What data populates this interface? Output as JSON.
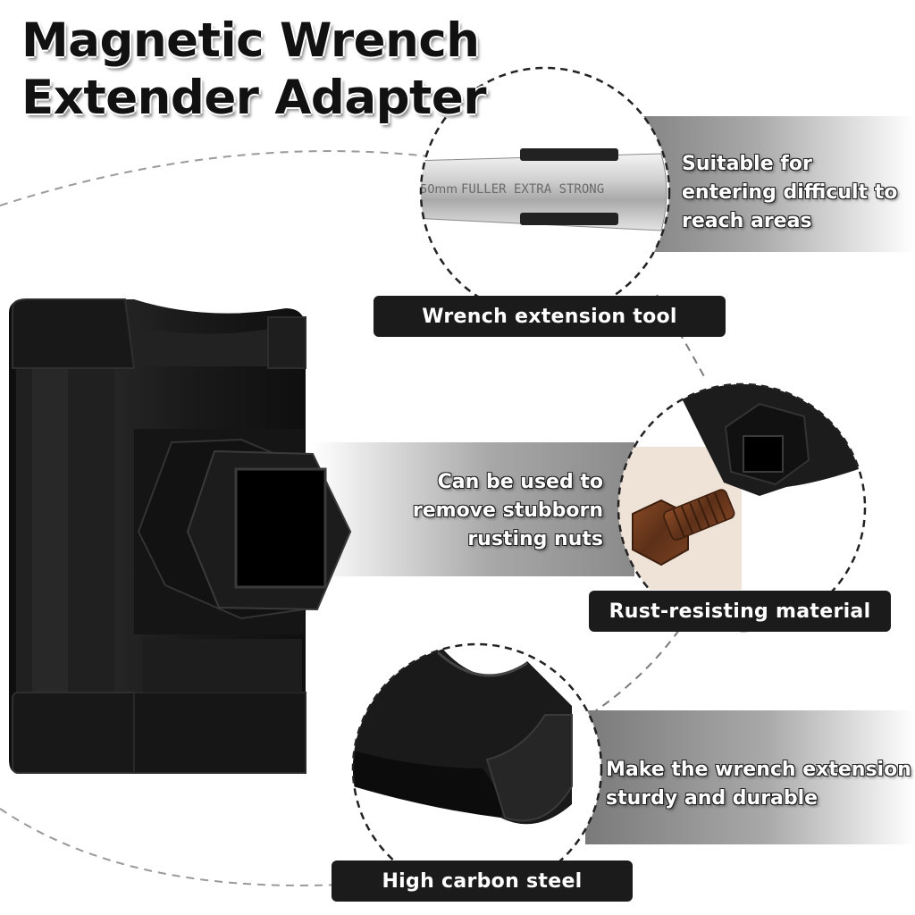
{
  "title": {
    "line1": "Magnetic Wrench",
    "line2": "Extender Adapter"
  },
  "features": [
    {
      "id": "reach",
      "description": "Suitable for entering difficult to reach areas",
      "label": "Wrench extension tool",
      "wrench_engraving": "FULLER EXTRA STRONG",
      "wrench_size_mark": "50mm"
    },
    {
      "id": "rust",
      "description": "Can be used to remove stubborn rusting nuts",
      "label": "Rust-resisting material"
    },
    {
      "id": "steel",
      "description": "Make the wrench extension sturdy and durable",
      "label": "High carbon steel"
    }
  ],
  "colors": {
    "product": "#1a1a1a",
    "pill": "#1b1b1b",
    "band_dark": "#7f7f7f",
    "rust": "#6b3a20"
  }
}
